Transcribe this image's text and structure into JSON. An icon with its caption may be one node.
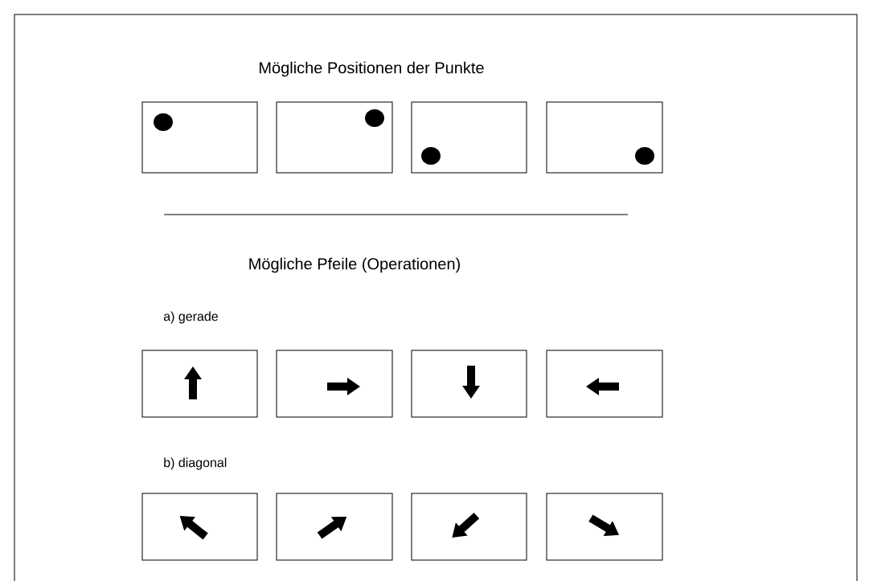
{
  "diagram": {
    "title": "Mögliche Positionen der Punkte",
    "nodes": [
      {
        "text": [],
        "shape": "box"
      },
      {
        "text": [],
        "shape": "box"
      },
      {
        "text": [],
        "shape": "box"
      },
      {
        "text": [],
        "shape": "box"
      },
      {
        "text": [],
        "shape": "box"
      },
      {
        "text": [],
        "shape": "box"
      },
      {
        "text": [],
        "shape": "box"
      },
      {
        "text": [],
        "shape": "box"
      },
      {
        "text": [],
        "shape": "box"
      },
      {
        "text": [],
        "shape": "box"
      },
      {
        "text": [],
        "shape": "box"
      },
      {
        "text": [],
        "shape": "box"
      }
    ],
    "labels": [
      "Mögliche Pfeile (Operationen)",
      "a) gerade",
      "b) diagonal"
    ]
  }
}
